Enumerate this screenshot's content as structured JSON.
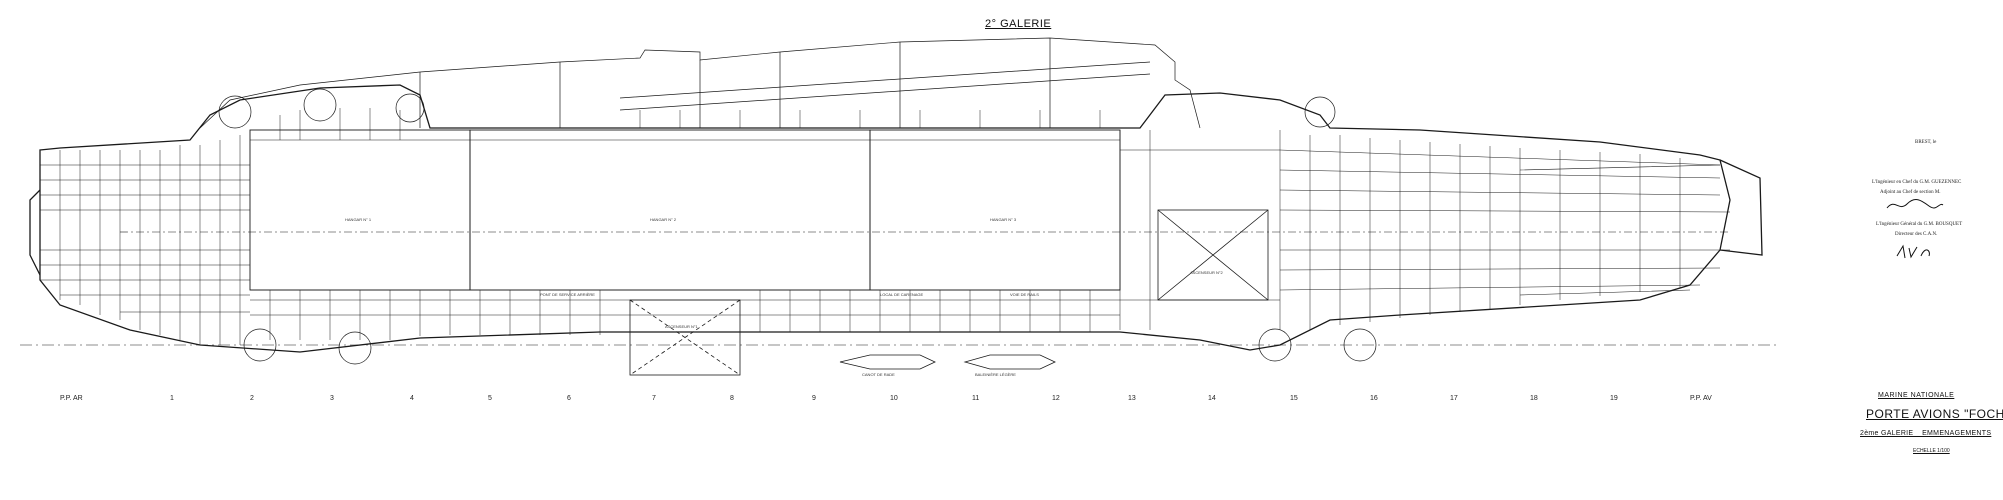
{
  "drawing": {
    "top_title": "2° GALERIE",
    "frames": [
      "P.P. AR",
      "1",
      "2",
      "3",
      "4",
      "5",
      "6",
      "7",
      "8",
      "9",
      "10",
      "11",
      "12",
      "13",
      "14",
      "15",
      "16",
      "17",
      "18",
      "19",
      "P.P. AV"
    ],
    "hangars": [
      "HANGAR N° 1",
      "HANGAR N° 2",
      "HANGAR N° 3"
    ],
    "lifts": [
      "ASCENSEUR N°1",
      "ASCENSEUR N°2"
    ],
    "small_labels": [
      "VOIE DE RAILS",
      "CANOT DE RADE",
      "BALEINIÈRE LÉGÈRE",
      "PONT DE SERVICE ARRIÈRE",
      "LOCAL DE CARENAGE"
    ]
  },
  "approval": {
    "place": "BREST, le",
    "engineer_chief": "L'Ingénieur en Chef du G.M. GUEZENNEC",
    "engineer_chief_role": "Adjoint au Chef de section M.",
    "engineer_general": "L'Ingénieur Général du G.M. BOUSQUET",
    "engineer_general_role": "Directeur des C.A.N."
  },
  "cartouche": {
    "org": "MARINE NATIONALE",
    "ship": "PORTE AVIONS \"FOCH\"",
    "sheet": "2ème GALERIE _ EMMENAGEMENTS",
    "scale": "ECHELLE 1/100"
  },
  "colors": {
    "ink": "#1a1a1a",
    "paper": "#ffffff"
  }
}
